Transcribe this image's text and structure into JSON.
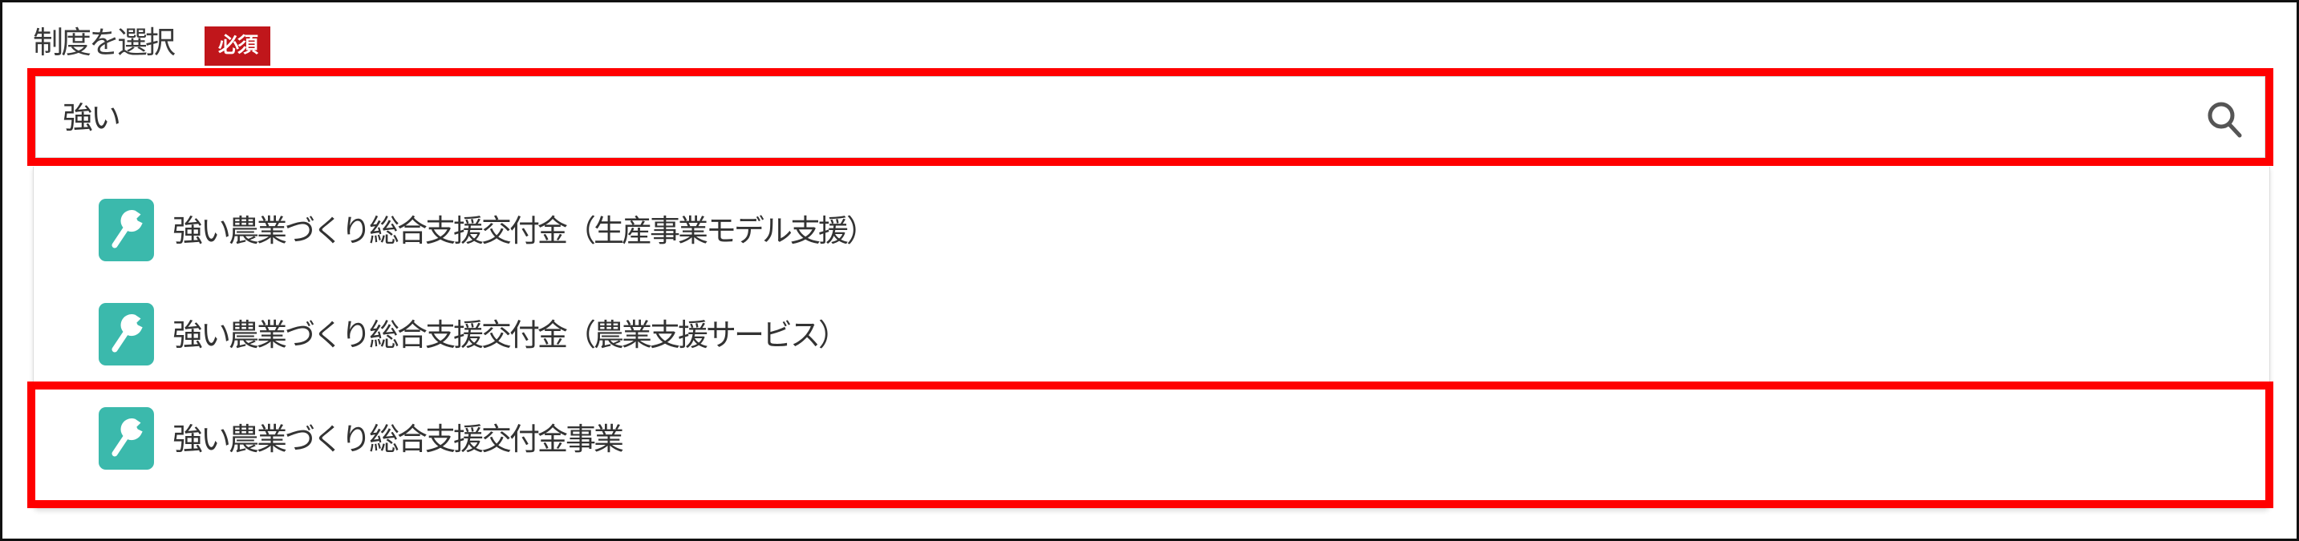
{
  "field": {
    "label": "制度を選択",
    "required_badge": "必須",
    "search_value": "強い",
    "search_icon": "search-icon"
  },
  "dropdown": {
    "items": [
      {
        "label": "強い農業づくり総合支援交付金（生産事業モデル支援）",
        "icon": "wrench-icon"
      },
      {
        "label": "強い農業づくり総合支援交付金（農業支援サービス）",
        "icon": "wrench-icon"
      },
      {
        "label": "強い農業づくり総合支援交付金事業",
        "icon": "wrench-icon"
      }
    ]
  },
  "colors": {
    "accent": "#3bb9ac",
    "badge": "#c0161b",
    "highlight": "#ff0000"
  }
}
